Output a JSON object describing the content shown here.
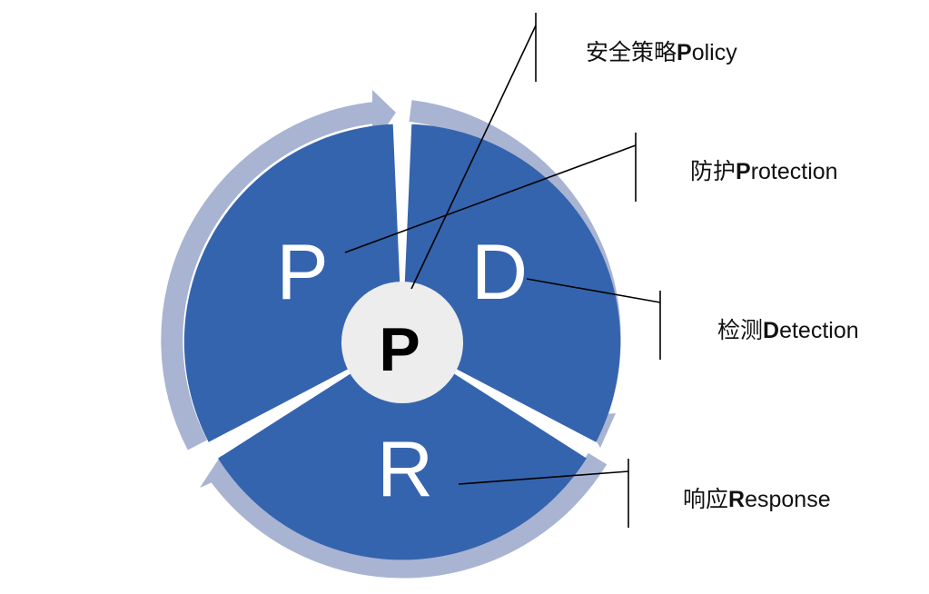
{
  "colors": {
    "segment_fill": "#3564AE",
    "ring_arrow": "#A8B4D2",
    "center_fill": "#EDEDED",
    "line": "#000000"
  },
  "center": {
    "letter": "P"
  },
  "segments": [
    {
      "letter": "P"
    },
    {
      "letter": "D"
    },
    {
      "letter": "R"
    }
  ],
  "labels": [
    {
      "cn": "安全策略",
      "initial": "P",
      "rest": "olicy"
    },
    {
      "cn": "防护",
      "initial": "P",
      "rest": "rotection"
    },
    {
      "cn": "检测",
      "initial": "D",
      "rest": "etection"
    },
    {
      "cn": "响应",
      "initial": "R",
      "rest": "esponse"
    }
  ]
}
